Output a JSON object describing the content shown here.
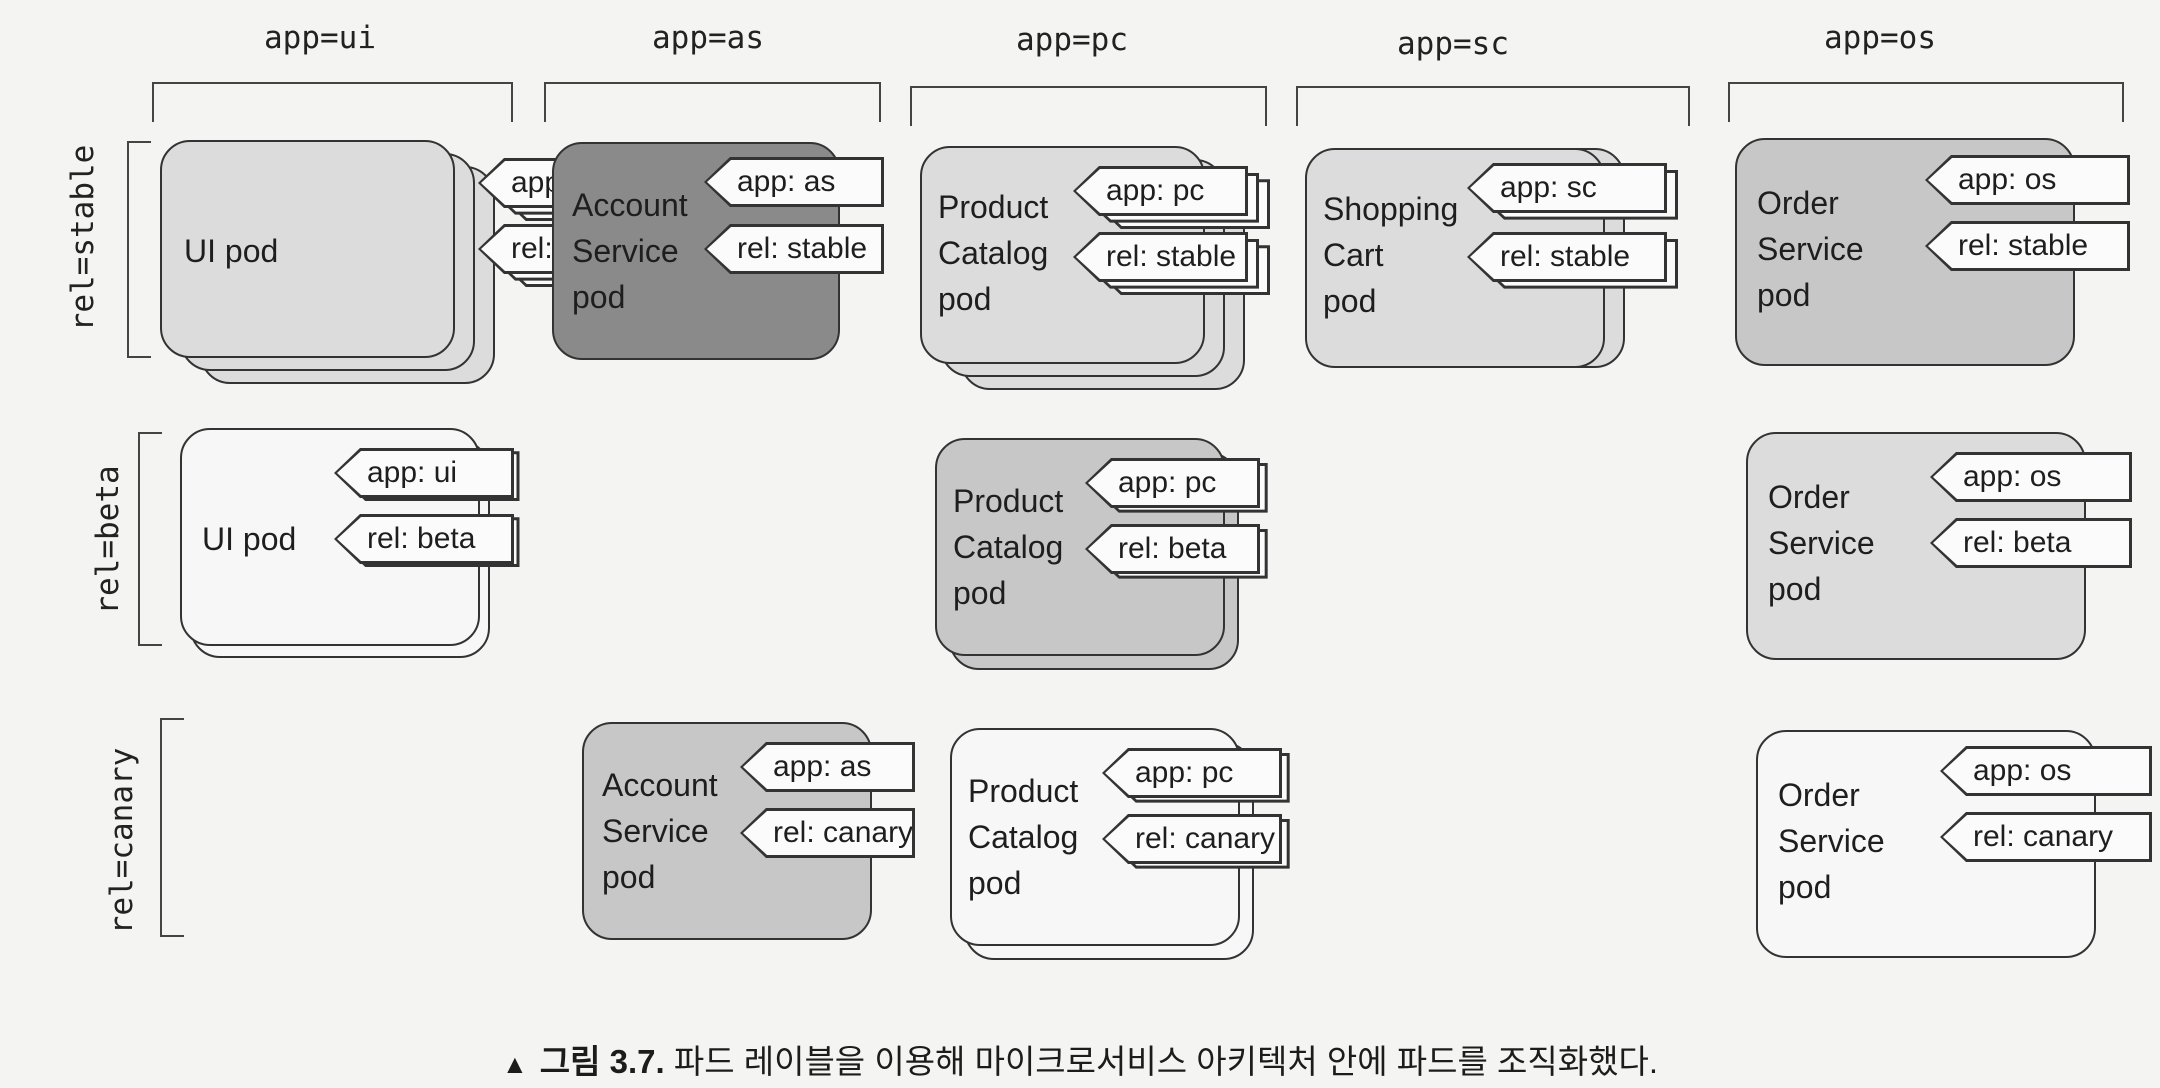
{
  "columns": [
    {
      "label": "app=ui"
    },
    {
      "label": "app=as"
    },
    {
      "label": "app=pc"
    },
    {
      "label": "app=sc"
    },
    {
      "label": "app=os"
    }
  ],
  "rows": [
    {
      "label": "rel=stable"
    },
    {
      "label": "rel=beta"
    },
    {
      "label": "rel=canary"
    }
  ],
  "colors": {
    "pod_white": "#f7f7f7",
    "pod_light_gray": "#dcdcdc",
    "pod_mid_gray": "#c7c7c7",
    "pod_dark_gray": "#8a8a8a",
    "border": "#333333"
  },
  "pods": [
    {
      "id": "ui-stable",
      "name": "UI pod",
      "app_tag": "app: ui",
      "rel_tag": "rel: stable",
      "replicas": 3
    },
    {
      "id": "as-stable",
      "name": "Account\nService\npod",
      "app_tag": "app: as",
      "rel_tag": "rel: stable",
      "replicas": 1
    },
    {
      "id": "pc-stable",
      "name": "Product\nCatalog\npod",
      "app_tag": "app: pc",
      "rel_tag": "rel: stable",
      "replicas": 3
    },
    {
      "id": "sc-stable",
      "name": "Shopping\nCart\npod",
      "app_tag": "app: sc",
      "rel_tag": "rel: stable",
      "replicas": 2
    },
    {
      "id": "os-stable",
      "name": "Order\nService\npod",
      "app_tag": "app: os",
      "rel_tag": "rel: stable",
      "replicas": 1
    },
    {
      "id": "ui-beta",
      "name": "UI pod",
      "app_tag": "app: ui",
      "rel_tag": "rel: beta",
      "replicas": 2
    },
    {
      "id": "pc-beta",
      "name": "Product\nCatalog\npod",
      "app_tag": "app: pc",
      "rel_tag": "rel: beta",
      "replicas": 2
    },
    {
      "id": "os-beta",
      "name": "Order\nService\npod",
      "app_tag": "app: os",
      "rel_tag": "rel: beta",
      "replicas": 1
    },
    {
      "id": "as-canary",
      "name": "Account\nService\npod",
      "app_tag": "app: as",
      "rel_tag": "rel: canary",
      "replicas": 1
    },
    {
      "id": "pc-canary",
      "name": "Product\nCatalog\npod",
      "app_tag": "app: pc",
      "rel_tag": "rel: canary",
      "replicas": 2
    },
    {
      "id": "os-canary",
      "name": "Order\nService\npod",
      "app_tag": "app: os",
      "rel_tag": "rel: canary",
      "replicas": 1
    }
  ],
  "caption": {
    "marker": "▲",
    "figure": "그림 3.7.",
    "text": "파드 레이블을 이용해 마이크로서비스 아키텍처 안에 파드를 조직화했다."
  }
}
